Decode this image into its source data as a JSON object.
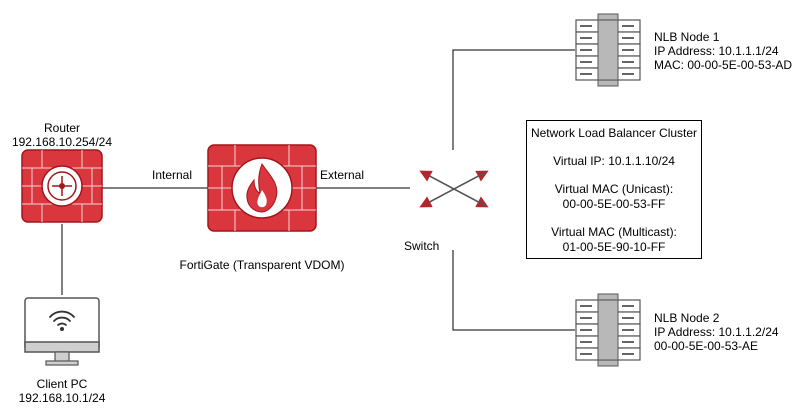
{
  "router": {
    "name": "Router",
    "ip": "192.168.10.254/24"
  },
  "client": {
    "name": "Client PC",
    "ip": "192.168.10.1/24"
  },
  "fortigate": {
    "name": "FortiGate (Transparent VDOM)",
    "internal_label": "Internal",
    "external_label": "External"
  },
  "switch": {
    "name": "Switch"
  },
  "node1": {
    "name": "NLB Node 1",
    "ip": "IP Address: 10.1.1.1/24",
    "mac": "MAC: 00-00-5E-00-53-AD"
  },
  "node2": {
    "name": "NLB Node 2",
    "ip": "IP Address: 10.1.1.2/24",
    "mac": "00-00-5E-00-53-AE"
  },
  "cluster": {
    "title": "Network Load Balancer Cluster",
    "virtual_ip": "Virtual IP: 10.1.1.10/24",
    "unicast_label": "Virtual MAC (Unicast):",
    "unicast_mac": "00-00-5E-00-53-FF",
    "multicast_label": "Virtual MAC (Multicast):",
    "multicast_mac": "01-00-5E-90-10-FF"
  },
  "colors": {
    "brand_red": "#d9363e",
    "dark_red": "#a3161c",
    "arrow_red": "#b0272d",
    "server_gray": "#b8b8b8"
  }
}
